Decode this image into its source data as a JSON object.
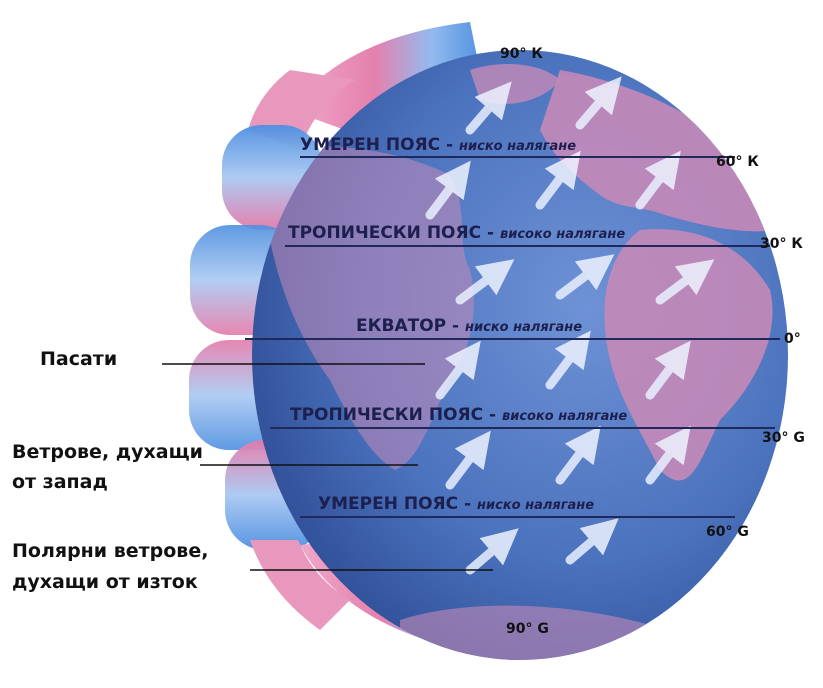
{
  "zones": [
    {
      "id": "temperate-n",
      "name": "УМЕРЕН ПОЯС",
      "sep": " - ",
      "pressure": "ниско налягане"
    },
    {
      "id": "tropical-n",
      "name": "ТРОПИЧЕСКИ ПОЯС",
      "sep": " - ",
      "pressure": "високо налягане"
    },
    {
      "id": "equator",
      "name": "ЕКВАТОР",
      "sep": " - ",
      "pressure": "ниско налягане"
    },
    {
      "id": "tropical-s",
      "name": "ТРОПИЧЕСКИ ПОЯС",
      "sep": " - ",
      "pressure": "високо налягане"
    },
    {
      "id": "temperate-s",
      "name": "УМЕРЕН ПОЯС",
      "sep": " - ",
      "pressure": "ниско налягане"
    }
  ],
  "latitudes": {
    "n90": "90° К",
    "n60": "60° К",
    "n30": "30° К",
    "eq": "0°",
    "s30": "30° G",
    "s60": "60° G",
    "s90": "90° G"
  },
  "side_labels": {
    "trade": "Пасати",
    "westerlies_1": "Ветрове, духащи",
    "westerlies_2": "от запад",
    "polar_1": "Полярни ветрове,",
    "polar_2": "духащи от изток"
  },
  "colors": {
    "ocean": "#3f68b4",
    "land": "#c48ab8",
    "cell_pink": "#e06aa0",
    "cell_blue": "#5a9be0",
    "text": "#1d1f4e"
  }
}
